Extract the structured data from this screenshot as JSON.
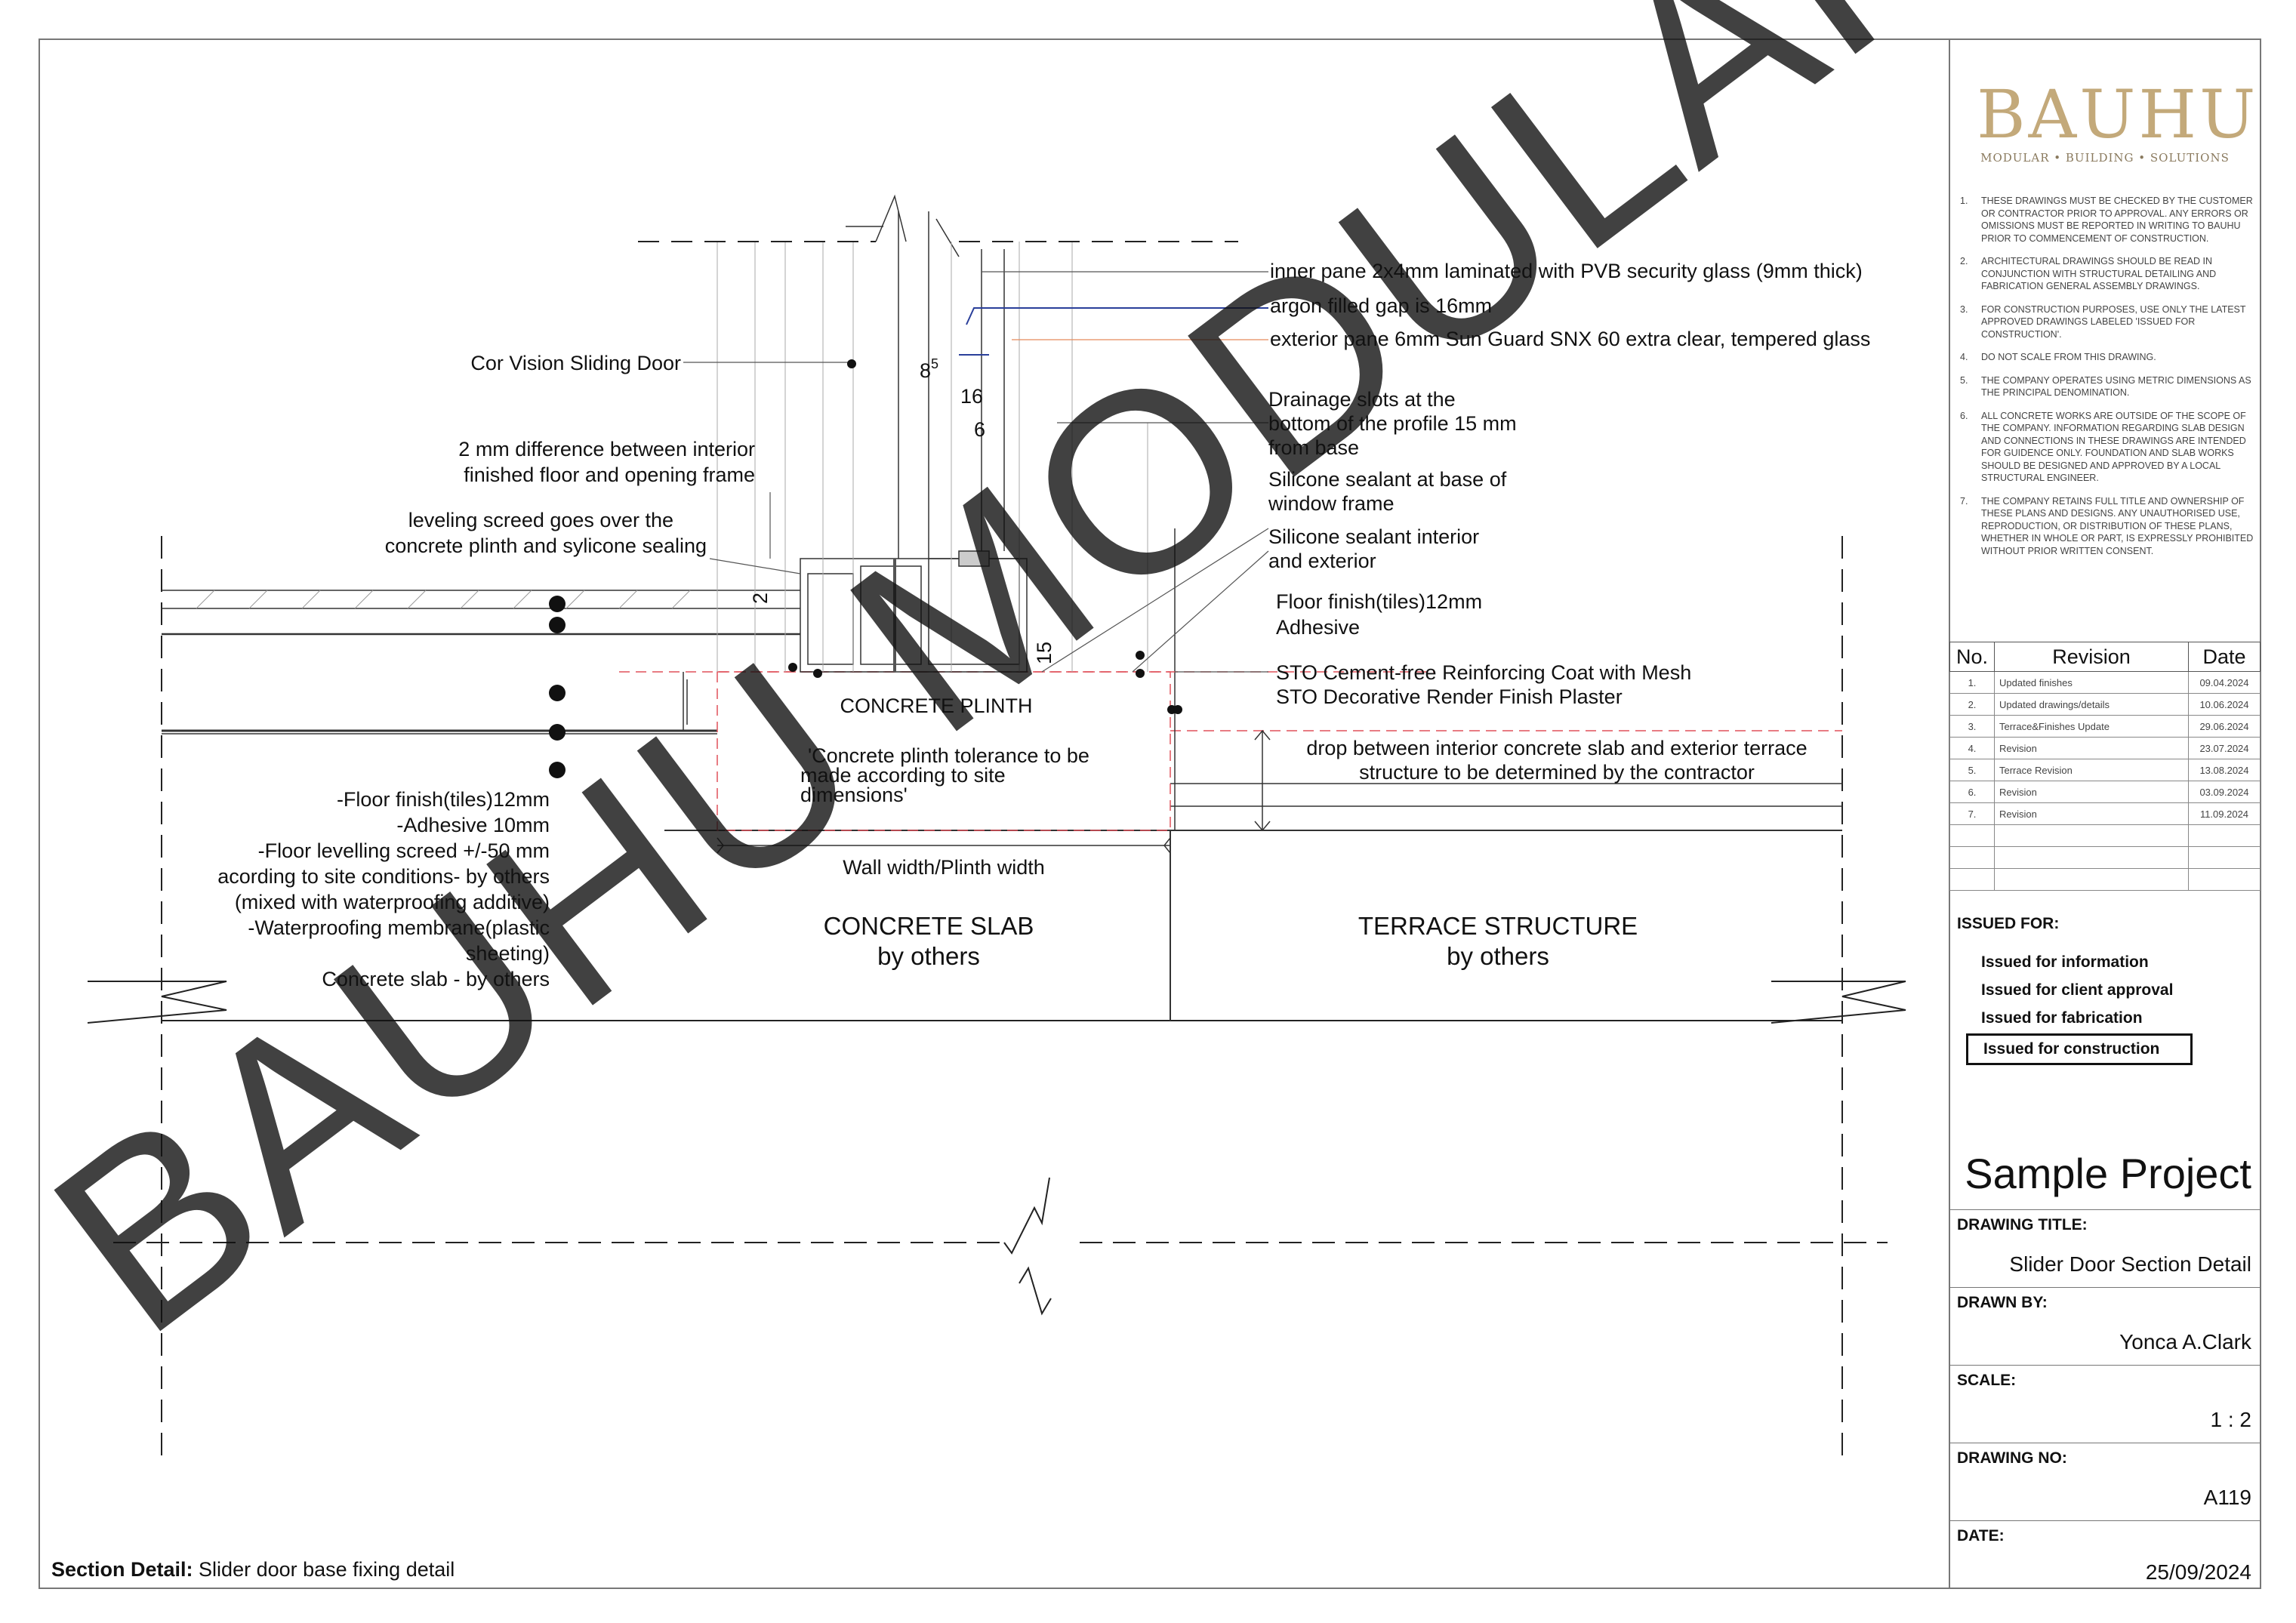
{
  "watermark": "BAUHU MODULAR",
  "logo": {
    "name": "BAUHU",
    "tagline": "MODULAR  •  BUILDING  •  SOLUTIONS"
  },
  "notes": [
    "THESE DRAWINGS MUST BE CHECKED BY THE CUSTOMER OR CONTRACTOR PRIOR TO APPROVAL. ANY ERRORS OR OMISSIONS MUST BE REPORTED IN WRITING TO BAUHU PRIOR TO COMMENCEMENT OF CONSTRUCTION.",
    "ARCHITECTURAL DRAWINGS SHOULD BE READ IN CONJUNCTION WITH STRUCTURAL DETAILING AND FABRICATION GENERAL ASSEMBLY DRAWINGS.",
    "FOR CONSTRUCTION PURPOSES, USE ONLY THE LATEST APPROVED DRAWINGS LABELED 'ISSUED FOR CONSTRUCTION'.",
    "DO NOT SCALE FROM THIS DRAWING.",
    "THE COMPANY OPERATES USING METRIC DIMENSIONS AS THE PRINCIPAL DENOMINATION.",
    "ALL CONCRETE WORKS ARE OUTSIDE OF THE SCOPE OF THE COMPANY. INFORMATION REGARDING SLAB DESIGN AND CONNECTIONS IN THESE DRAWINGS ARE INTENDED FOR GUIDENCE ONLY. FOUNDATION AND SLAB WORKS SHOULD BE DESIGNED AND APPROVED BY A LOCAL STRUCTURAL ENGINEER.",
    "THE COMPANY RETAINS FULL TITLE AND OWNERSHIP OF THESE PLANS AND DESIGNS. ANY UNAUTHORISED USE, REPRODUCTION, OR DISTRIBUTION OF THESE PLANS, WHETHER IN WHOLE OR PART, IS EXPRESSLY PROHIBITED WITHOUT PRIOR WRITTEN CONSENT."
  ],
  "revisions": {
    "headers": [
      "No.",
      "Revision",
      "Date"
    ],
    "rows": [
      [
        "1.",
        "Updated finishes",
        "09.04.2024"
      ],
      [
        "2.",
        "Updated drawings/details",
        "10.06.2024"
      ],
      [
        "3.",
        "Terrace&Finishes Update",
        "29.06.2024"
      ],
      [
        "4.",
        "Revision",
        "23.07.2024"
      ],
      [
        "5.",
        "Terrace Revision",
        "13.08.2024"
      ],
      [
        "6.",
        "Revision",
        "03.09.2024"
      ],
      [
        "7.",
        "Revision",
        "11.09.2024"
      ],
      [
        "",
        "",
        ""
      ],
      [
        "",
        "",
        ""
      ],
      [
        "",
        "",
        ""
      ]
    ]
  },
  "issued_for": {
    "heading": "ISSUED FOR:",
    "options": [
      "Issued for information",
      "Issued for client approval",
      "Issued for fabrication",
      "Issued for construction"
    ],
    "selected": "Issued for construction"
  },
  "project_name": "Sample Project",
  "drawing_title": {
    "label": "DRAWING TITLE:",
    "value": "Slider Door Section Detail"
  },
  "drawn_by": {
    "label": "DRAWN BY:",
    "value": "Yonca A.Clark"
  },
  "scale": {
    "label": "SCALE:",
    "value": "1 : 2"
  },
  "drawing_no": {
    "label": "DRAWING NO:",
    "value": "A119"
  },
  "date": {
    "label": "DATE:",
    "value": "25/09/2024"
  },
  "caption": {
    "prefix": "Section Detail:",
    "text": " Slider door base fixing detail"
  },
  "annotations": {
    "inner_pane": "inner pane 2x4mm laminated with PVB security glass (9mm thick)",
    "argon": "argon filled gap is 16mm",
    "exterior_pane": "exterior pane 6mm Sun Guard SNX 60 extra clear, tempered glass",
    "cor_vision": "Cor Vision Sliding Door",
    "drainage": [
      "Drainage slots at the",
      "bottom of the profile 15 mm",
      "from base"
    ],
    "silicone_base": [
      "Silicone sealant at base of",
      "window frame"
    ],
    "silicone_int": [
      "Silicone sealant interior",
      "and exterior"
    ],
    "floor_finish_right": [
      "Floor finish(tiles)12mm",
      "Adhesive"
    ],
    "sto": [
      "STO Cement-free Reinforcing Coat with Mesh",
      "STO Decorative Render Finish Plaster"
    ],
    "diff": [
      "2 mm difference between interior",
      "finished floor and opening frame"
    ],
    "screed": [
      "leveling screed goes over the",
      "concrete plinth and sylicone sealing"
    ],
    "plinth": "CONCRETE PLINTH",
    "plinth_tol": [
      "'Concrete plinth tolerance to be",
      "made according to site",
      "dimensions'"
    ],
    "drop": [
      "drop between interior concrete slab and exterior terrace",
      "structure to be determined by the contractor"
    ],
    "wall_width": "Wall width/Plinth width",
    "slab": [
      "CONCRETE SLAB",
      "by others"
    ],
    "terrace": [
      "TERRACE STRUCTURE",
      "by others"
    ],
    "layers": [
      "-Floor finish(tiles)12mm",
      "-Adhesive 10mm",
      "-Floor levelling screed +/-50 mm",
      "acording to site conditions- by others",
      "(mixed with waterproofing additive)",
      "-Waterproofing membrane(plastic",
      "sheeting)",
      "Concrete slab - by others"
    ],
    "dims": {
      "d85": "8",
      "d85_sup": "5",
      "d16": "16",
      "d6": "6",
      "d2": "2",
      "d15": "15"
    }
  },
  "colors": {
    "watermark": "#f6b8a2",
    "logo": "#c3a97a",
    "dim_red": "#e0505a",
    "dim_blue": "#2a3f9a",
    "dim_orange": "#e58a5a"
  }
}
